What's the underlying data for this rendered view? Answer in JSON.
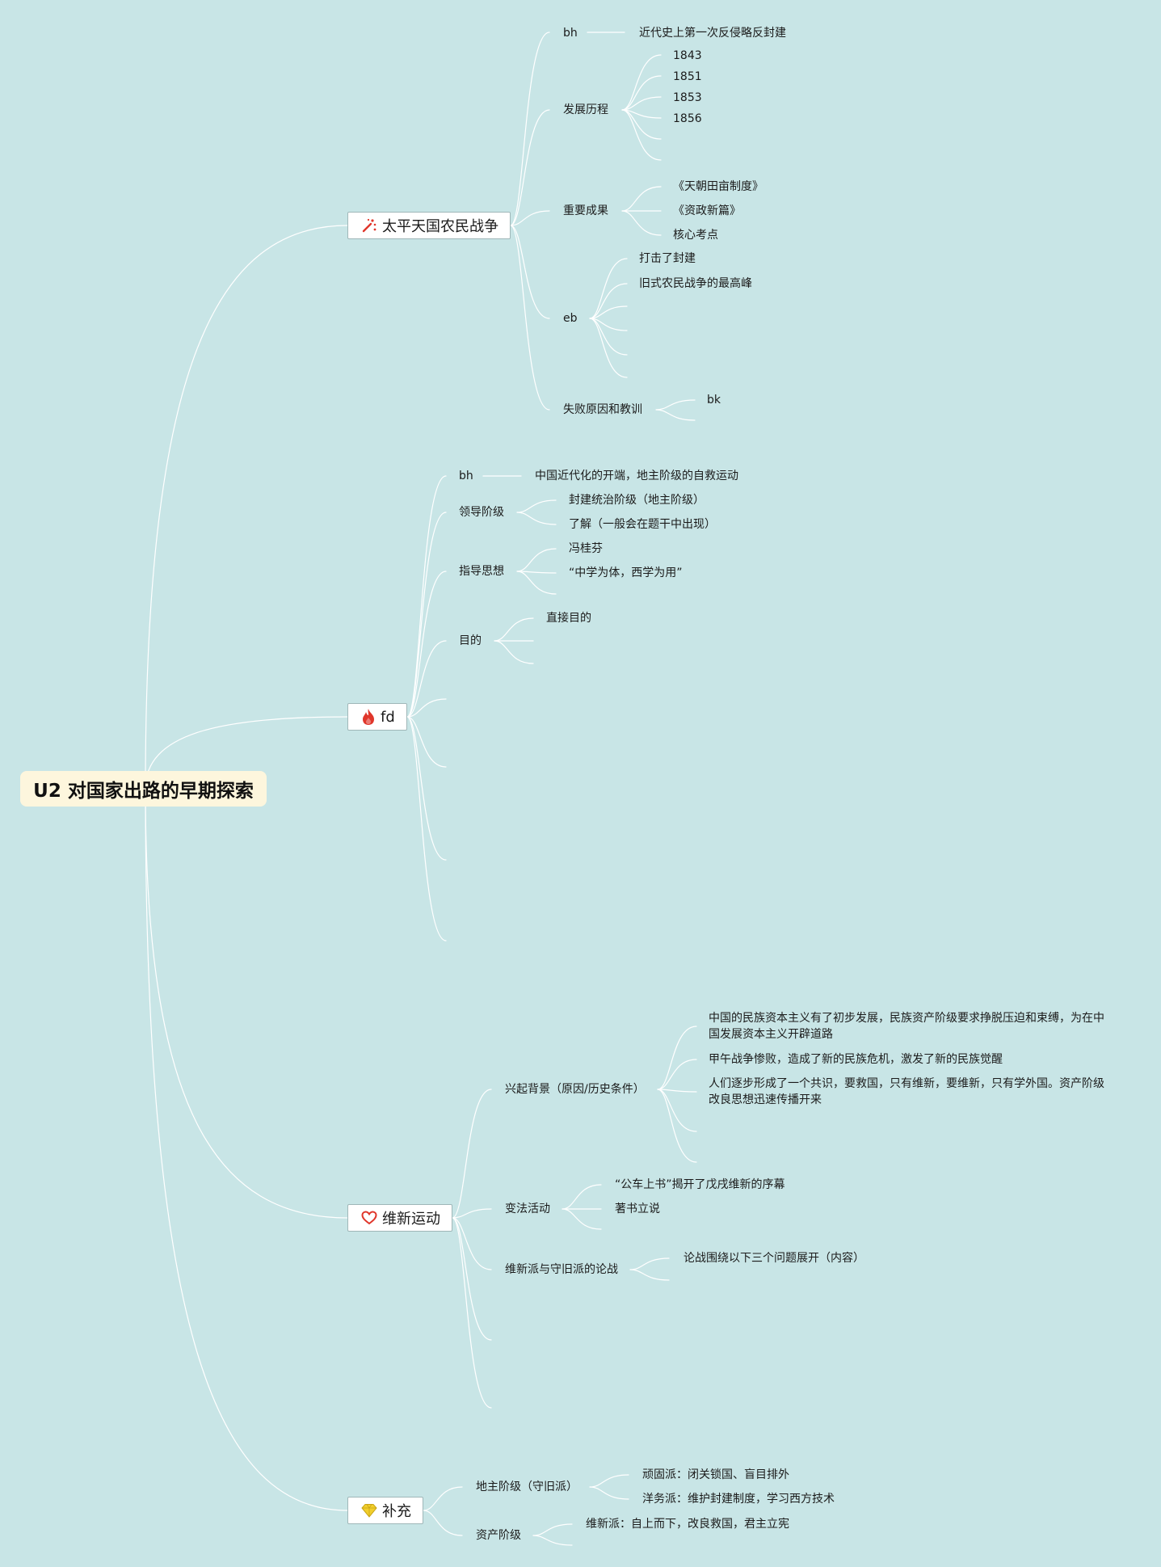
{
  "root": "U2 对国家出路的早期探索",
  "b1": {
    "title": "太平天国农民战争",
    "icon": "sparkle-icon",
    "bh": "bh",
    "bh_text": "近代史上第一次反侵略反封建",
    "dev": "发展历程",
    "years": [
      "1843",
      "1851",
      "1853",
      "1856"
    ],
    "achieve": "重要成果",
    "achieve_items": [
      "《天朝田亩制度》",
      "《资政新篇》",
      "核心考点"
    ],
    "eb": "eb",
    "eb_items": [
      "打击了封建",
      "旧式农民战争的最高峰"
    ],
    "fail": "失败原因和教训",
    "fail_items": [
      "bk"
    ]
  },
  "b2": {
    "title": "fd",
    "icon": "fire-icon",
    "bh": "bh",
    "bh_text": "中国近代化的开端，地主阶级的自救运动",
    "lead": "领导阶级",
    "lead_items": [
      "封建统治阶级（地主阶级）",
      "了解（一般会在题干中出现）"
    ],
    "idea": "指导思想",
    "idea_items": [
      "冯桂芬",
      "“中学为体，西学为用”"
    ],
    "purpose": "目的",
    "purpose_items": [
      "直接目的"
    ]
  },
  "b3": {
    "title": "维新运动",
    "icon": "heart-icon",
    "bg": "兴起背景（原因/历史条件）",
    "bg_items": [
      "中国的民族资本主义有了初步发展，民族资产阶级要求挣脱压迫和束缚，为在中国发展资本主义开辟道路",
      "甲午战争惨败，造成了新的民族危机，激发了新的民族觉醒",
      "人们逐步形成了一个共识，要救国，只有维新，要维新，只有学外国。资产阶级改良思想迅速传播开来"
    ],
    "act": "变法活动",
    "act_items": [
      "“公车上书”揭开了戊戌维新的序幕",
      "著书立说"
    ],
    "debate": "维新派与守旧派的论战",
    "debate_items": [
      "论战围绕以下三个问题展开（内容）"
    ]
  },
  "b4": {
    "title": "补充",
    "icon": "diamond-icon",
    "landlord": "地主阶级（守旧派）",
    "landlord_items": [
      "顽固派：闭关锁国、盲目排外",
      "洋务派：维护封建制度，学习西方技术"
    ],
    "bourgeois": "资产阶级",
    "bourgeois_items": [
      "维新派：自上而下，改良救国，君主立宪"
    ]
  },
  "colors": {
    "background": "#c8e5e6",
    "edge": "#ffffff",
    "root_fill": "#fdf6dd",
    "icon_red": "#e0362b",
    "icon_yellow": "#f2cf2c"
  }
}
